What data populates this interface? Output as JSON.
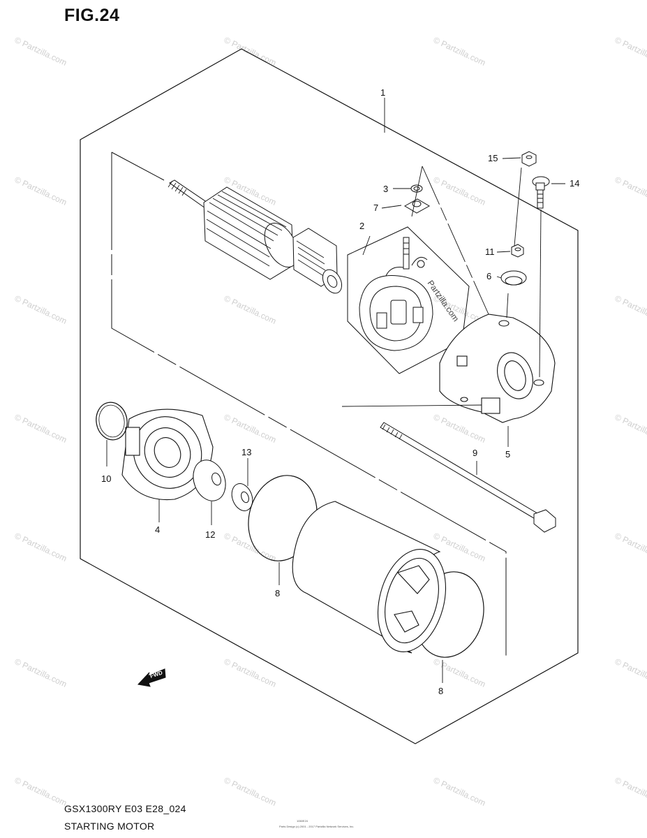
{
  "figure": {
    "title": "FIG.24",
    "model_code": "GSX1300RY E03 E28_024",
    "name": "STARTING MOTOR"
  },
  "fine_print": {
    "code": "1060E24",
    "copyright": "Parts Design (c) 2001 - 2017 Partzilla Network Services, Inc."
  },
  "watermark": {
    "text": "© Partzilla.com",
    "diagonal_text": "Partzilla.com"
  },
  "callouts": [
    {
      "id": "1",
      "label": "1"
    },
    {
      "id": "2",
      "label": "2"
    },
    {
      "id": "3",
      "label": "3"
    },
    {
      "id": "4",
      "label": "4"
    },
    {
      "id": "5",
      "label": "5"
    },
    {
      "id": "6",
      "label": "6"
    },
    {
      "id": "7",
      "label": "7"
    },
    {
      "id": "8a",
      "label": "8"
    },
    {
      "id": "8b",
      "label": "8"
    },
    {
      "id": "9",
      "label": "9"
    },
    {
      "id": "10",
      "label": "10"
    },
    {
      "id": "11",
      "label": "11"
    },
    {
      "id": "12",
      "label": "12"
    },
    {
      "id": "13",
      "label": "13"
    },
    {
      "id": "14",
      "label": "14"
    },
    {
      "id": "15",
      "label": "15"
    }
  ],
  "fwd_label": "FWD",
  "colors": {
    "line": "#111111",
    "watermark": "#cfcfcf",
    "background": "#ffffff"
  }
}
